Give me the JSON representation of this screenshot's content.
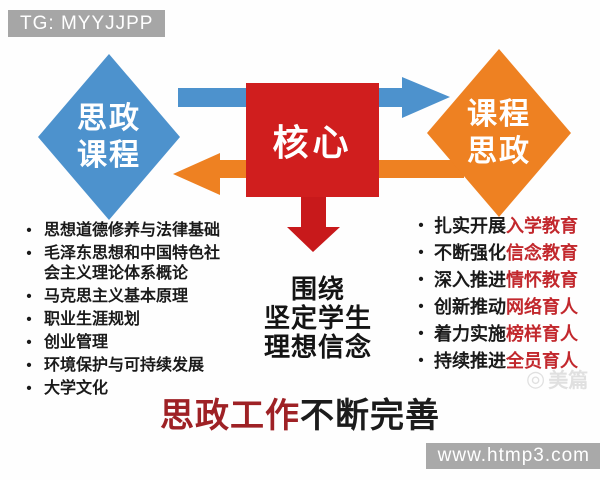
{
  "ui": {
    "bullet": "•"
  },
  "badges": {
    "top_left": "TG: MYYJJPP",
    "bottom_right": "www.htmp3.com"
  },
  "diagram": {
    "left_diamond": {
      "lines": [
        "思政",
        "课程"
      ]
    },
    "right_diamond": {
      "lines": [
        "课程",
        "思政"
      ]
    },
    "core_box": {
      "label": "核心"
    },
    "caption": {
      "lines": [
        "围绕",
        "坚定学生",
        "理想信念"
      ]
    }
  },
  "left_list": {
    "items": [
      "思想道德修养与法律基础",
      "毛泽东思想和中国特色社会主义理论体系概论",
      "马克思主义基本原理",
      "职业生涯规划",
      "创业管理",
      "环境保护与可持续发展",
      "大学文化"
    ]
  },
  "right_list": {
    "items": [
      {
        "prefix": "扎实开展",
        "highlight": "入学教育"
      },
      {
        "prefix": "不断强化",
        "highlight": "信念教育"
      },
      {
        "prefix": "深入推进",
        "highlight": "情怀教育"
      },
      {
        "prefix": "创新推动",
        "highlight": "网络育人"
      },
      {
        "prefix": "着力实施",
        "highlight": "榜样育人"
      },
      {
        "prefix": "持续推进",
        "highlight": "全员育人"
      }
    ]
  },
  "footer_title": {
    "red_part": "思政工作",
    "black_part": "不断完善"
  },
  "watermark": {
    "text": "美篇",
    "logo_icon": "◎"
  },
  "colors": {
    "blue": "#4d92cd",
    "orange": "#ee8122",
    "core_red": "#d01e1e",
    "arrow_red": "#c8191b",
    "highlight_red": "#c2282d",
    "title_red": "#9e2125",
    "badge_gray": "#a6a6a6"
  }
}
